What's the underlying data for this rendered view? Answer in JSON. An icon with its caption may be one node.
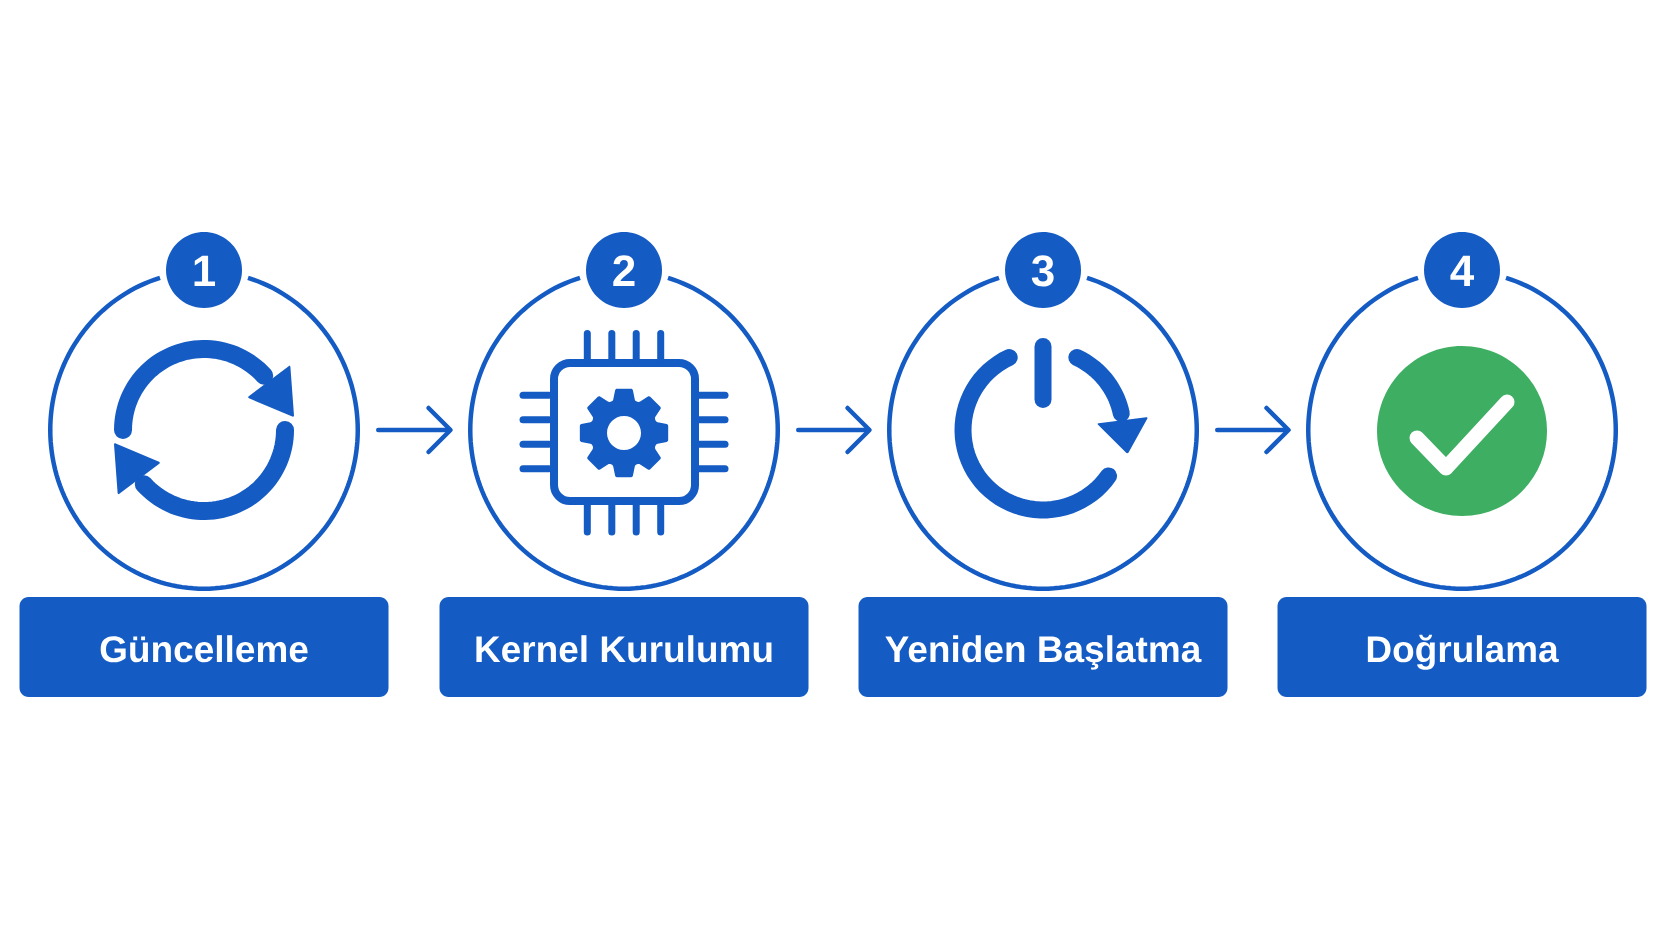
{
  "diagram": {
    "nodes": [
      {
        "text": [
          "1"
        ]
      },
      {
        "text": [],
        "shape": "circle"
      },
      {
        "text": [
          "Güncelleme"
        ]
      },
      {
        "text": [
          "2"
        ]
      },
      {
        "text": [],
        "shape": "circle"
      },
      {
        "text": [
          "Kernel Kurulumu"
        ]
      },
      {
        "text": [
          "3"
        ]
      },
      {
        "text": [],
        "shape": "circle"
      },
      {
        "text": [
          "Yeniden Başlatma"
        ]
      },
      {
        "text": [
          "4"
        ]
      },
      {
        "text": [],
        "shape": "circle"
      },
      {
        "text": [
          "Doğrulama"
        ]
      }
    ],
    "edges": [
      {
        "from": 1,
        "to": 4,
        "arrow": "to"
      },
      {
        "from": 4,
        "to": 7,
        "arrow": "to"
      },
      {
        "from": 7,
        "to": 10,
        "arrow": "to"
      }
    ]
  }
}
